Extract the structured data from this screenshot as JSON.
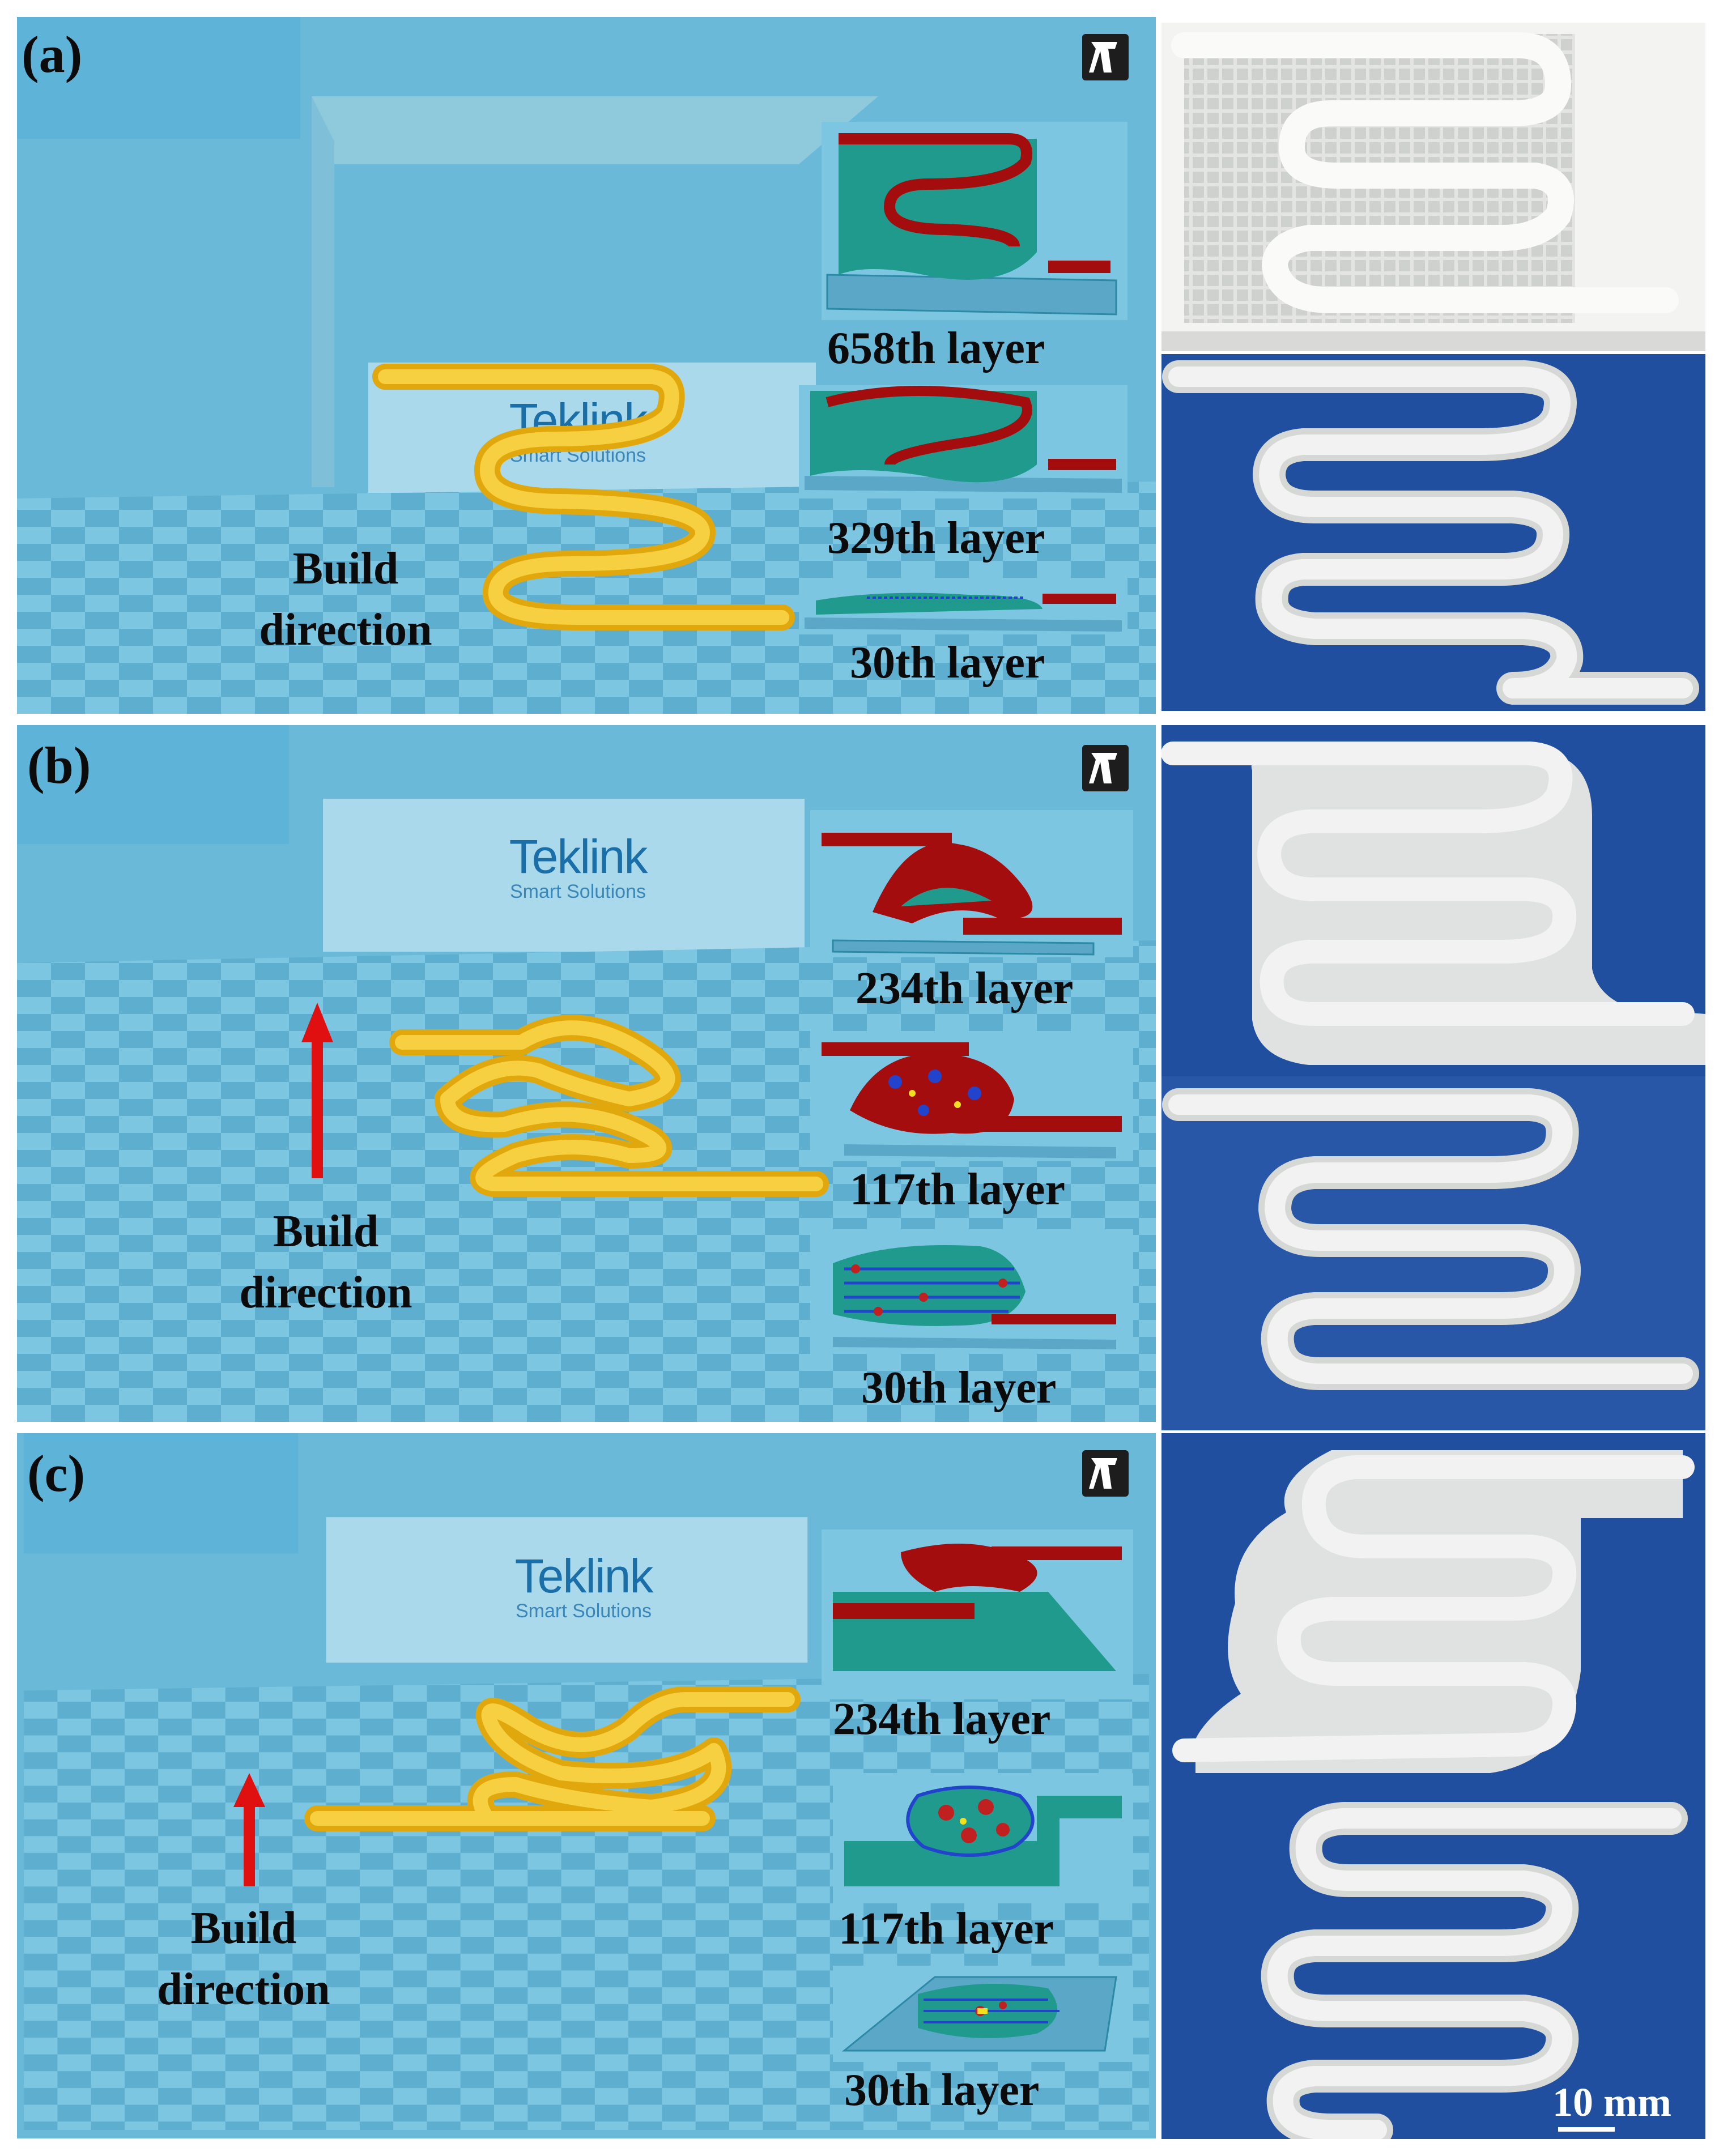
{
  "panels": [
    {
      "label": "(a)",
      "logo": {
        "name": "Teklink",
        "tagline": "Smart Solutions"
      },
      "build_label": [
        "Build",
        "direction"
      ],
      "layers": [
        "658th layer",
        "329th layer",
        "30th layer"
      ]
    },
    {
      "label": "(b)",
      "logo": {
        "name": "Teklink",
        "tagline": "Smart Solutions"
      },
      "build_label": [
        "Build",
        "direction"
      ],
      "layers": [
        "234th layer",
        "117th layer",
        "30th layer"
      ]
    },
    {
      "label": "(c)",
      "logo": {
        "name": "Teklink",
        "tagline": "Smart Solutions"
      },
      "build_label": [
        "Build",
        "direction"
      ],
      "layers": [
        "234th layer",
        "117th layer",
        "30th layer"
      ]
    }
  ],
  "scale_bar": "10 mm",
  "colors": {
    "viewport_bg": "#6ab9d8",
    "part_yellow": "#f2c020",
    "slice_teal": "#1f9a8c",
    "slice_red": "#a30d0d",
    "arrow_red": "#e01010",
    "photo_blue": "#1f4f9e",
    "print_white": "#ecedec"
  },
  "icons": [
    "app-logo-icon",
    "build-direction-arrow-icon"
  ]
}
